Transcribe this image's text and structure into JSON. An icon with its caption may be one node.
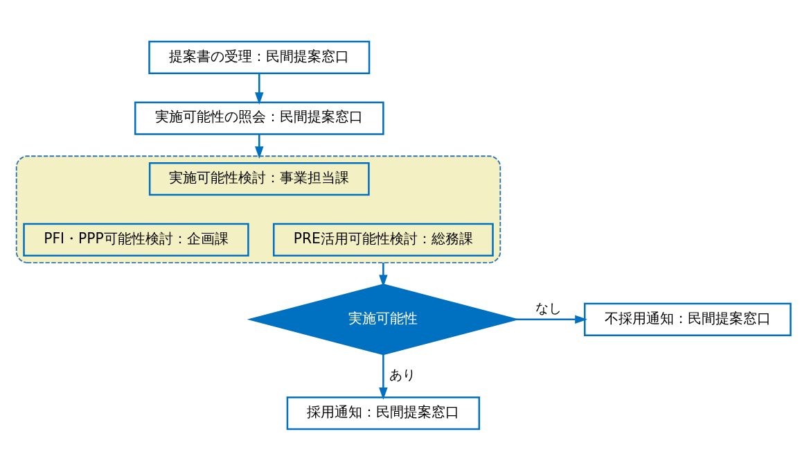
{
  "diagram": {
    "nodes": [
      {
        "text": [
          "提案書の受理：民間提案窓口"
        ]
      },
      {
        "text": [
          "実施可能性の照会：民間提案窓口"
        ]
      },
      {
        "text": [],
        "shape": "box"
      },
      {
        "text": [
          "実施可能性検討：事業担当課"
        ],
        "in": 2
      },
      {
        "text": [
          "PFI・PPP可能性検討：企画課"
        ],
        "in": 2
      },
      {
        "text": [
          "PRE活用可能性検討：総務課"
        ],
        "in": 2
      },
      {
        "text": [
          "実施可能性"
        ]
      },
      {
        "text": [
          "不採用通知：民間提案窓口"
        ]
      },
      {
        "text": [
          "採用通知：民間提案窓口"
        ]
      }
    ],
    "edges": [
      {
        "from": 0,
        "to": 1,
        "arrow": "to"
      },
      {
        "from": 1,
        "to": 2,
        "arrow": "to"
      },
      {
        "from": 2,
        "to": 6,
        "arrow": "to"
      },
      {
        "from": 6,
        "to": 7,
        "label": "なし",
        "arrow": "to"
      },
      {
        "from": 6,
        "to": 8,
        "label": "あり",
        "arrow": "to"
      }
    ]
  }
}
